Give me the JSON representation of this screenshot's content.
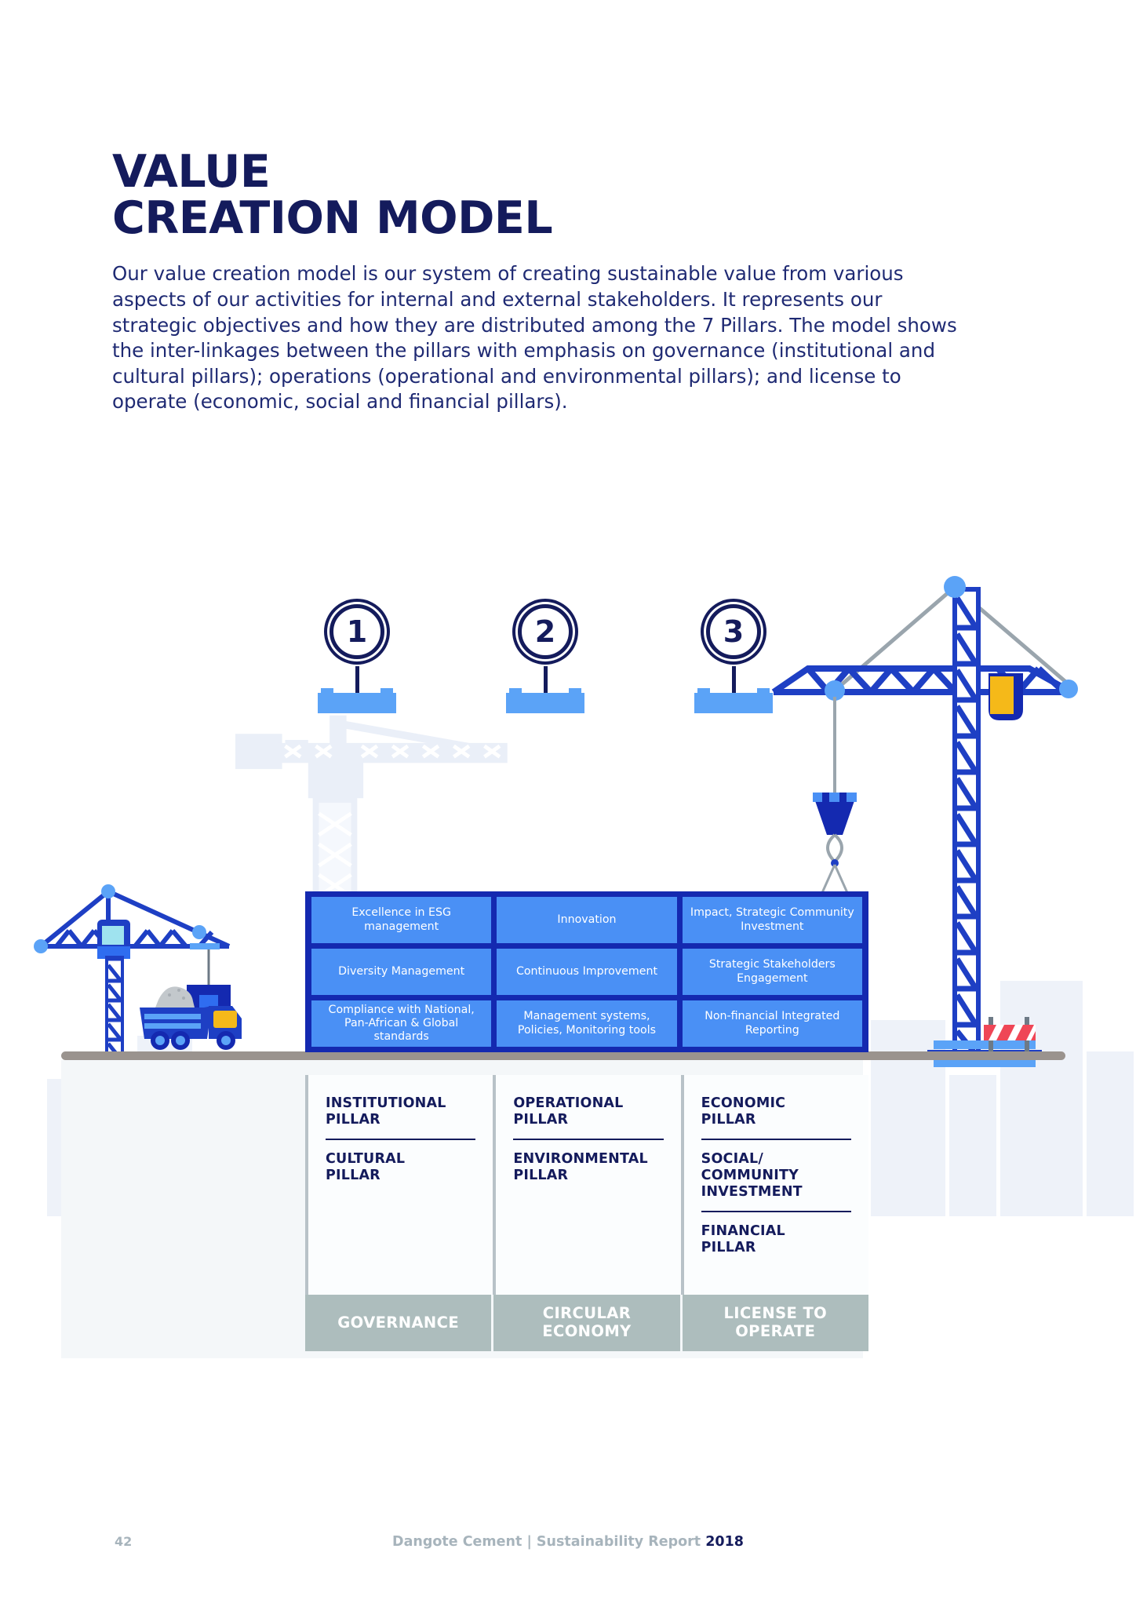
{
  "header": {
    "title_line1": "VALUE",
    "title_line2": "CREATION MODEL",
    "intro": "Our value creation model is our system of creating sustainable value from various aspects of our activities for internal and external stakeholders. It represents our strategic objectives and how they are distributed among the 7 Pillars. The model shows the inter-linkages between the pillars with emphasis on governance (institutional and cultural pillars); operations (operational and environmental pillars); and license to operate (economic, social and financial pillars)."
  },
  "diagram": {
    "markers": [
      {
        "number": "1"
      },
      {
        "number": "2"
      },
      {
        "number": "3"
      }
    ],
    "columns": [
      {
        "marker": "1",
        "cells": [
          "Excellence in\nESG management",
          "Diversity\nManagement",
          "Compliance with\nNational, Pan-African\n& Global standards"
        ],
        "pillars": [
          "INSTITUTIONAL\nPILLAR",
          "CULTURAL\nPILLAR"
        ],
        "theme": "GOVERNANCE"
      },
      {
        "marker": "2",
        "cells": [
          "Innovation",
          "Continuous\nImprovement",
          "Management\nsystems, Policies,\nMonitoring tools"
        ],
        "pillars": [
          "OPERATIONAL\nPILLAR",
          "ENVIRONMENTAL\nPILLAR"
        ],
        "theme": "CIRCULAR\nECONOMY"
      },
      {
        "marker": "3",
        "cells": [
          "Impact, Strategic\nCommunity\nInvestment",
          "Strategic\nStakeholders\nEngagement",
          "Non-financial\nIntegrated Reporting"
        ],
        "pillars": [
          "ECONOMIC\nPILLAR",
          "SOCIAL/\nCOMMUNITY\nINVESTMENT",
          "FINANCIAL\nPILLAR"
        ],
        "theme": "LICENSE TO\nOPERATE"
      }
    ],
    "illustration": {
      "left_crane": "tower-crane-icon",
      "right_crane": "tower-crane-icon",
      "ghost_crane": "tower-crane-icon",
      "dump_truck": "dump-truck-icon",
      "road_barrier": "road-barrier-icon",
      "suspended_load": "crane-load-icon",
      "concrete_bucket": "concrete-bucket-icon"
    }
  },
  "footer": {
    "page_number": "42",
    "report_label": "Dangote Cement | Sustainability Report ",
    "year": "2018"
  },
  "colors": {
    "navy": "#141b5c",
    "matrix_frame": "#1429b0",
    "cell_blue": "#4a90f5",
    "accent_blue": "#5ba3f7",
    "crane_blue": "#1e3fc4",
    "yellow": "#f5b919",
    "grey_bar": "#adbdbd",
    "ground": "#9a938e",
    "panel": "#f4f7f9",
    "footer_grey": "#a7b4bc"
  }
}
